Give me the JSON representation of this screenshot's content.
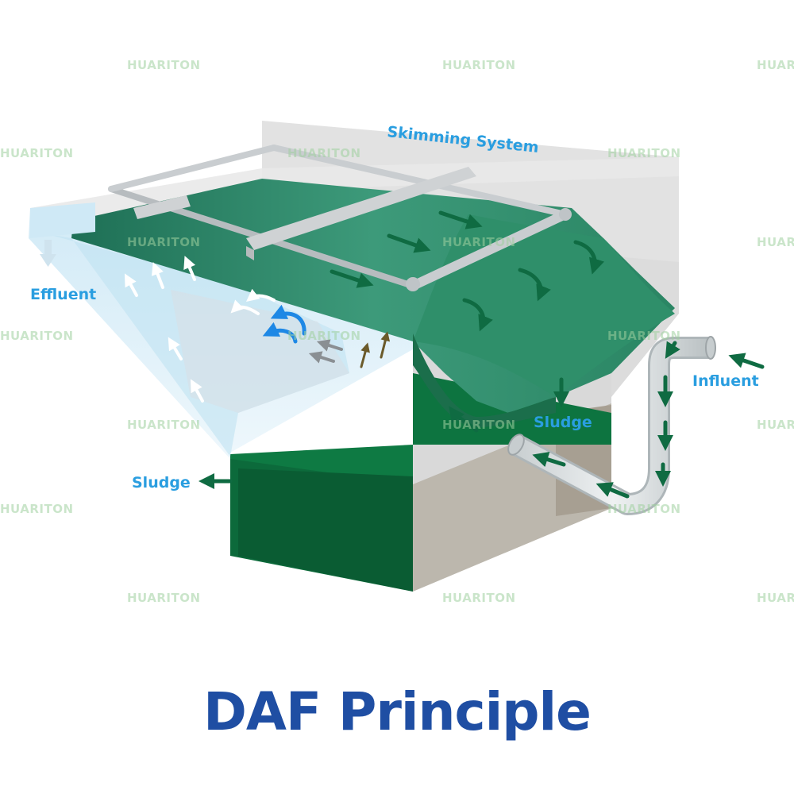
{
  "title": "DAF Principle",
  "watermark": "HUARITON",
  "labels": {
    "skimming": "Skimming System",
    "effluent": "Effluent",
    "influent": "Influent",
    "sludge_top": "Sludge",
    "sludge_bottom": "Sludge"
  },
  "colors": {
    "label": "#2a9ee0",
    "title": "#1f4ea3",
    "arrow_green": "#0f6b42",
    "water_teal": "#2f8f6a",
    "sludge_green": "#0c6a3b"
  }
}
